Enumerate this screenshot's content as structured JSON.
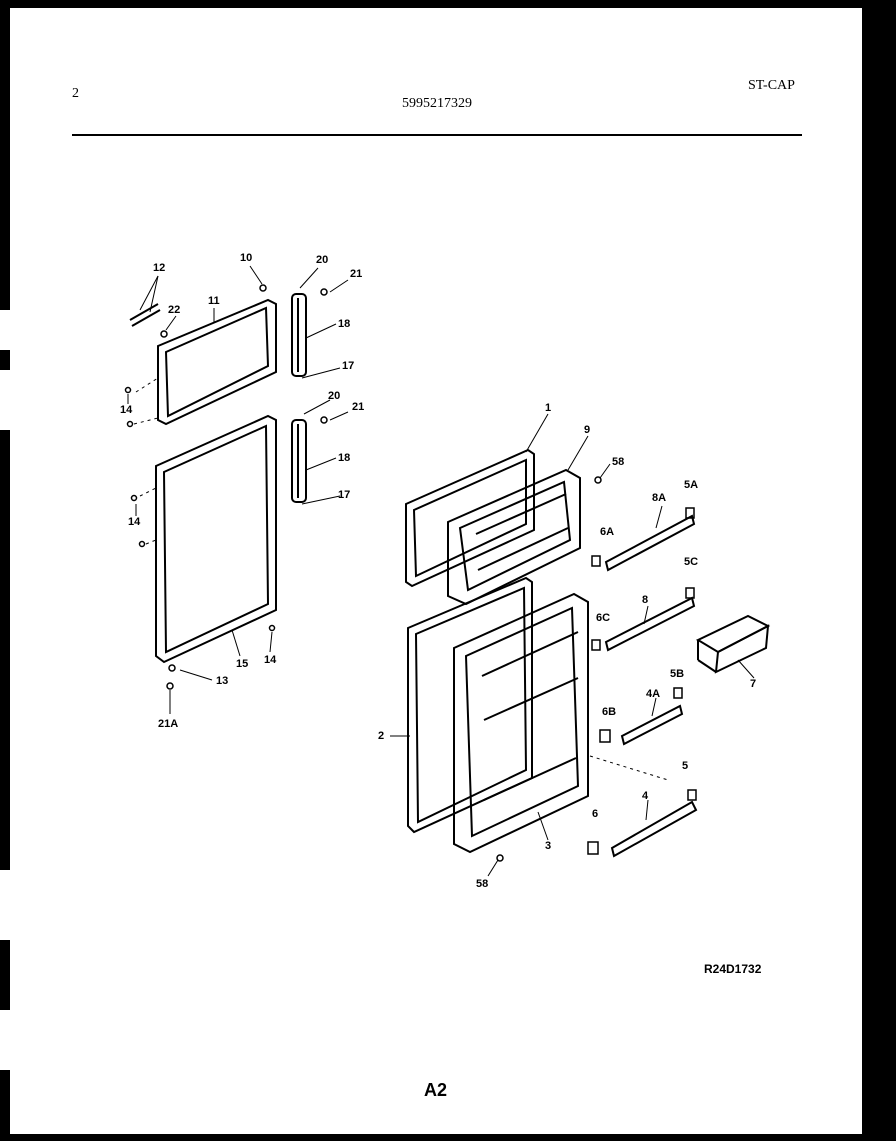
{
  "header": {
    "page_number": "2",
    "part_number": "5995217329",
    "model_code": "ST-CAP"
  },
  "labels": {
    "l1": "1",
    "l2": "2",
    "l3": "3",
    "l4": "4",
    "l4a": "4A",
    "l5": "5",
    "l5a": "5A",
    "l5b": "5B",
    "l5c": "5C",
    "l6": "6",
    "l6a": "6A",
    "l6b": "6B",
    "l6c": "6C",
    "l7": "7",
    "l8": "8",
    "l8a": "8A",
    "l9": "9",
    "l10": "10",
    "l11": "11",
    "l12": "12",
    "l13": "13",
    "l14a": "14",
    "l14b": "14",
    "l14c": "14",
    "l15": "15",
    "l17a": "17",
    "l17b": "17",
    "l18a": "18",
    "l18b": "18",
    "l20a": "20",
    "l20b": "20",
    "l21a": "21",
    "l21b": "21",
    "l21A": "21A",
    "l22": "22",
    "l58a": "58",
    "l58b": "58"
  },
  "drawing_ref": "R24D1732",
  "footer_code": "A2"
}
